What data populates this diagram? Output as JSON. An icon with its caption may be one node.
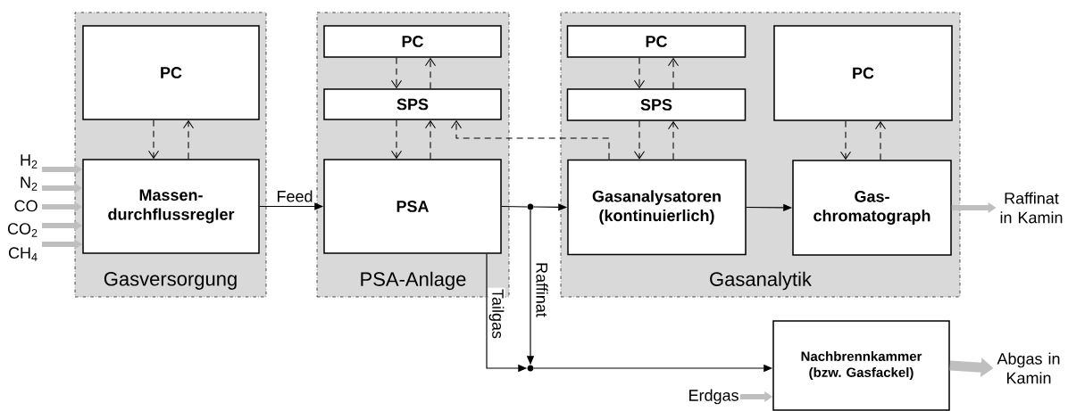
{
  "diagram": {
    "nodes": [
      {
        "text": [
          "Gasversorgung"
        ]
      },
      {
        "text": [
          "PC"
        ],
        "in": 0
      },
      {
        "text": [
          "Massen- durchflussregler"
        ],
        "in": 0
      },
      {
        "text": [
          "PSA-Anlage"
        ]
      },
      {
        "text": [
          "PC"
        ],
        "in": 3
      },
      {
        "text": [
          "SPS"
        ],
        "in": 3
      },
      {
        "text": [
          "PSA"
        ],
        "in": 3
      },
      {
        "text": [
          "Gasanalytik"
        ]
      },
      {
        "text": [
          "PC"
        ],
        "in": 7
      },
      {
        "text": [
          "SPS"
        ],
        "in": 7
      },
      {
        "text": [
          "Gasanalysatoren (kontinuierlich)"
        ],
        "in": 7
      },
      {
        "text": [
          "PC"
        ],
        "in": 7
      },
      {
        "text": [
          "Gas- chromatograph"
        ],
        "in": 7
      },
      {
        "text": [
          "Nachbrennkammer (bzw. Gasfackel)"
        ]
      },
      {
        "text": [
          "H$_{2}$"
        ]
      },
      {
        "text": [
          "N$_{2}$"
        ]
      },
      {
        "text": [
          "CO"
        ]
      },
      {
        "text": [
          "CO$_{2}$"
        ]
      },
      {
        "text": [
          "CH$_{4}$"
        ]
      },
      {
        "text": [
          "Raffinat in Kamin"
        ]
      },
      {
        "text": [
          "Abgas in Kamin"
        ]
      },
      {
        "text": [
          "Erdgas"
        ]
      },
      {
        "text": [],
        "shape": "circle"
      },
      {
        "text": [],
        "shape": "circle"
      }
    ],
    "edges": [
      {
        "from": 14,
        "to": 2,
        "arrow": "to",
        "style": "thick",
        "color": "#bfbfbf"
      },
      {
        "from": 15,
        "to": 2,
        "arrow": "to",
        "style": "thick",
        "color": "#bfbfbf"
      },
      {
        "from": 16,
        "to": 2,
        "arrow": "to",
        "style": "thick",
        "color": "#bfbfbf"
      },
      {
        "from": 17,
        "to": 2,
        "arrow": "to",
        "style": "thick",
        "color": "#bfbfbf"
      },
      {
        "from": 18,
        "to": 2,
        "arrow": "to",
        "style": "thick",
        "color": "#bfbfbf"
      },
      {
        "from": 2,
        "to": 6,
        "arrow": "to",
        "label": "Feed"
      },
      {
        "from": 1,
        "to": 2,
        "arrow": "to",
        "style": "dashed"
      },
      {
        "from": 2,
        "to": 1,
        "arrow": "to",
        "style": "dashed"
      },
      {
        "from": 4,
        "to": 5,
        "arrow": "to",
        "style": "dashed"
      },
      {
        "from": 5,
        "to": 4,
        "arrow": "to",
        "style": "dashed"
      },
      {
        "from": 5,
        "to": 6,
        "arrow": "to",
        "style": "dashed"
      },
      {
        "from": 6,
        "to": 5,
        "arrow": "to",
        "style": "dashed"
      },
      {
        "from": 8,
        "to": 9,
        "arrow": "to",
        "style": "dashed"
      },
      {
        "from": 9,
        "to": 8,
        "arrow": "to",
        "style": "dashed"
      },
      {
        "from": 9,
        "to": 10,
        "arrow": "to",
        "style": "dashed"
      },
      {
        "from": 10,
        "to": 9,
        "arrow": "to",
        "style": "dashed"
      },
      {
        "from": 11,
        "to": 12,
        "arrow": "to",
        "style": "dashed"
      },
      {
        "from": 12,
        "to": 11,
        "arrow": "to",
        "style": "dashed"
      },
      {
        "from": 10,
        "to": 5,
        "arrow": "to",
        "style": "dashed"
      },
      {
        "from": 6,
        "to": 22,
        "arrow": "none"
      },
      {
        "from": 22,
        "to": 10,
        "arrow": "to"
      },
      {
        "from": 22,
        "to": 23,
        "arrow": "to",
        "label": "Raffinat"
      },
      {
        "from": 6,
        "to": 23,
        "arrow": "to",
        "label": "Tailgas"
      },
      {
        "from": 23,
        "to": 13,
        "arrow": "to"
      },
      {
        "from": 10,
        "to": 12,
        "arrow": "to"
      },
      {
        "from": 12,
        "to": 19,
        "arrow": "to",
        "style": "thick",
        "color": "#bfbfbf"
      },
      {
        "from": 13,
        "to": 20,
        "arrow": "to",
        "style": "thick",
        "color": "#bfbfbf"
      },
      {
        "from": 21,
        "to": 13,
        "arrow": "to",
        "style": "thick",
        "color": "#bfbfbf"
      }
    ]
  }
}
